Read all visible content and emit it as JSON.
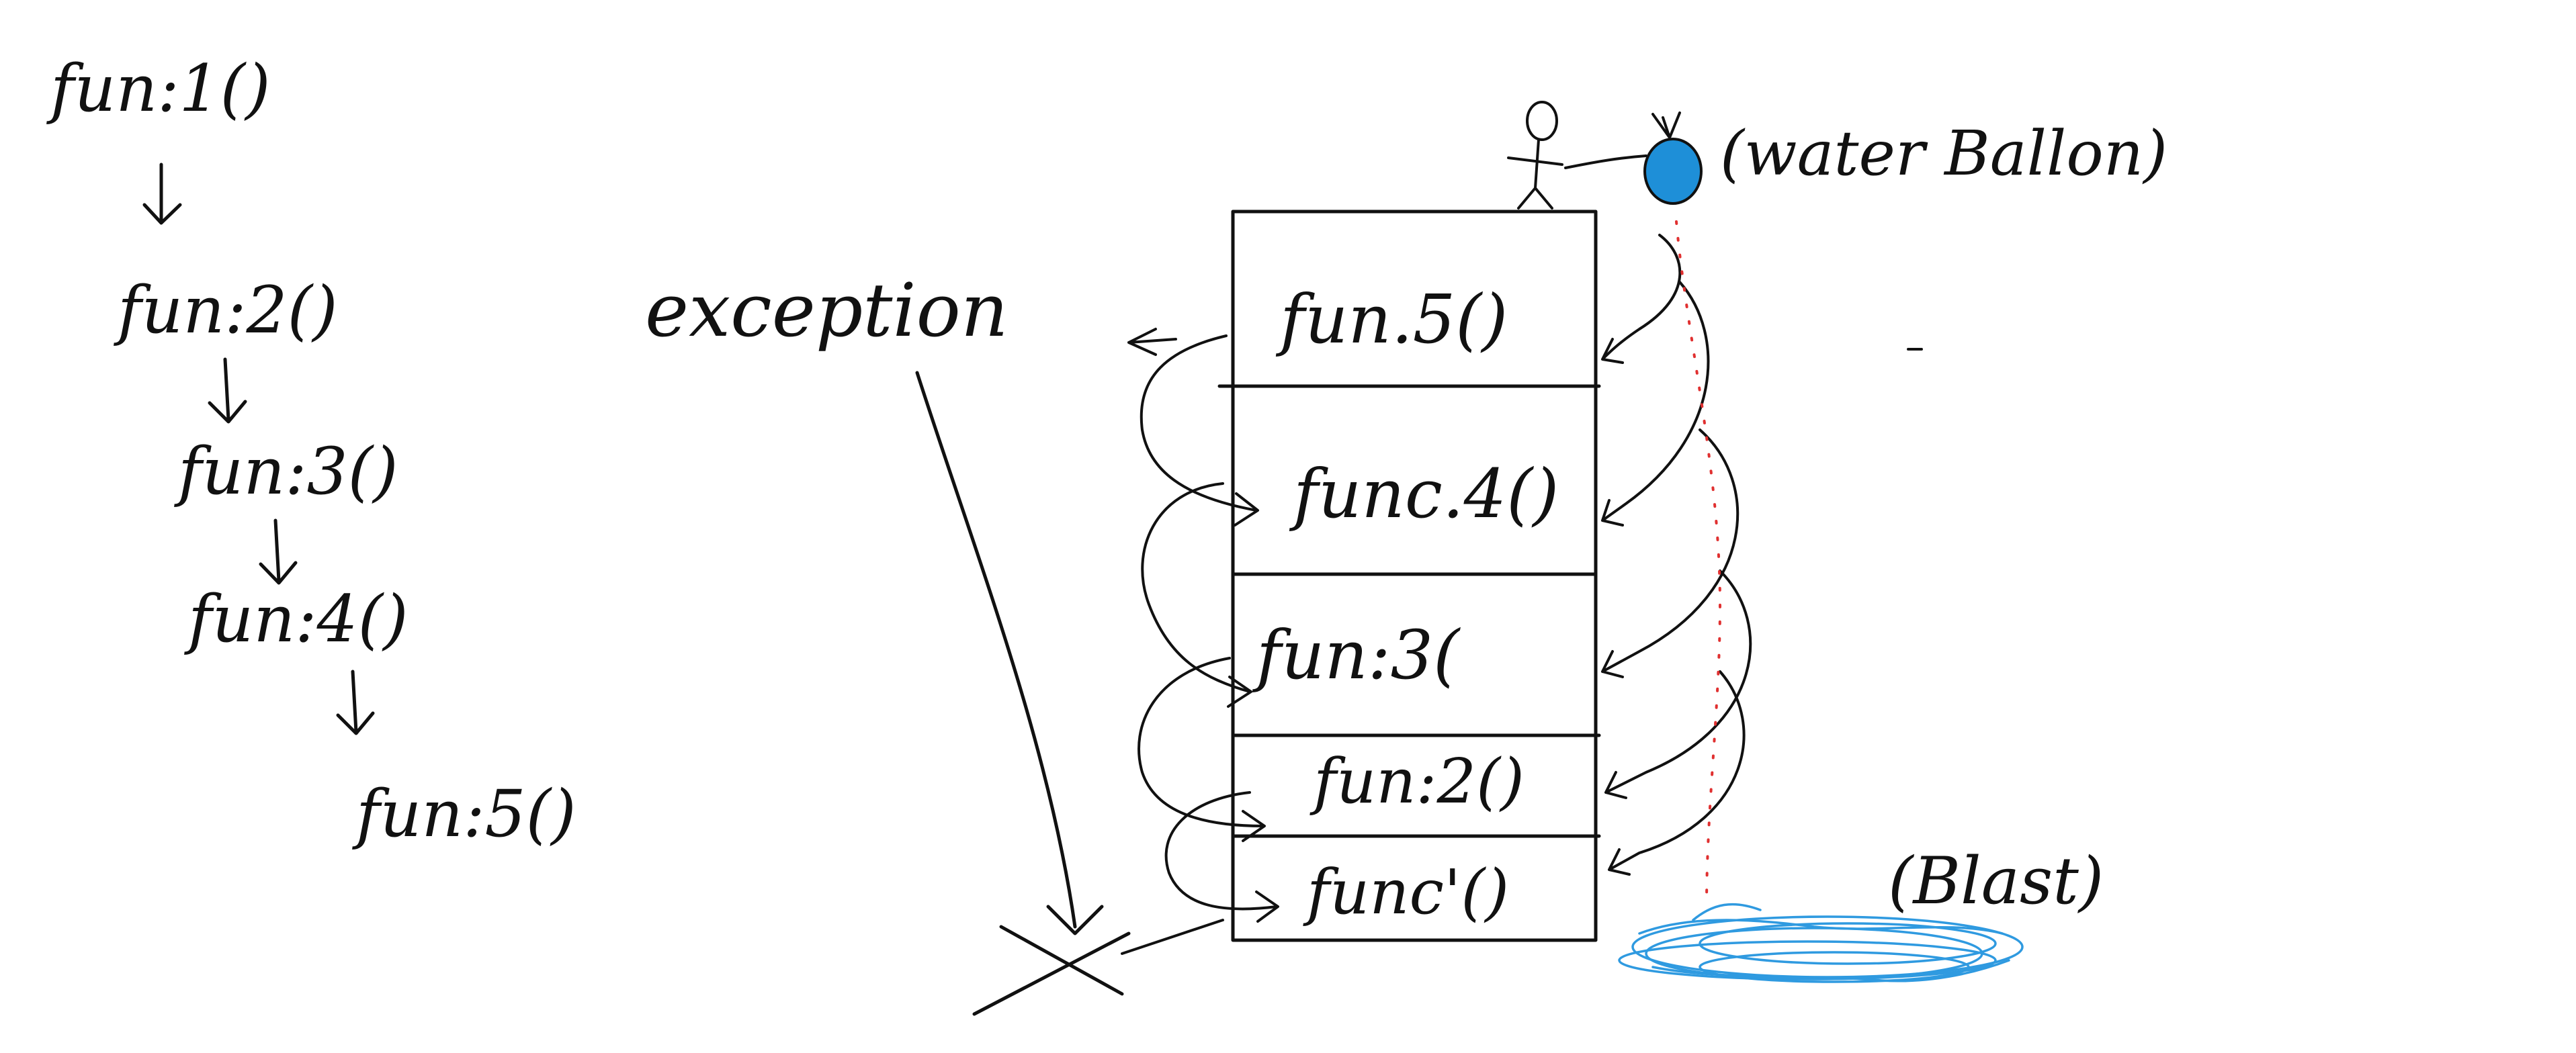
{
  "left_sequence": [
    "fun:1()",
    "fun:2()",
    "fun:3()",
    "fun:4()",
    "fun:5()"
  ],
  "stack_frames_top_to_bottom": [
    "fun.5()",
    "func.4()",
    "fun:3(",
    "fun:2()",
    "func'()"
  ],
  "exception_label": "exception",
  "balloon_label": "(water Ballon)",
  "blast_label": "(Blast)",
  "colors": {
    "ink": "#111111",
    "balloon": "#1e8fd8",
    "blast": "#2f9ae0",
    "drip": "#e03030"
  }
}
